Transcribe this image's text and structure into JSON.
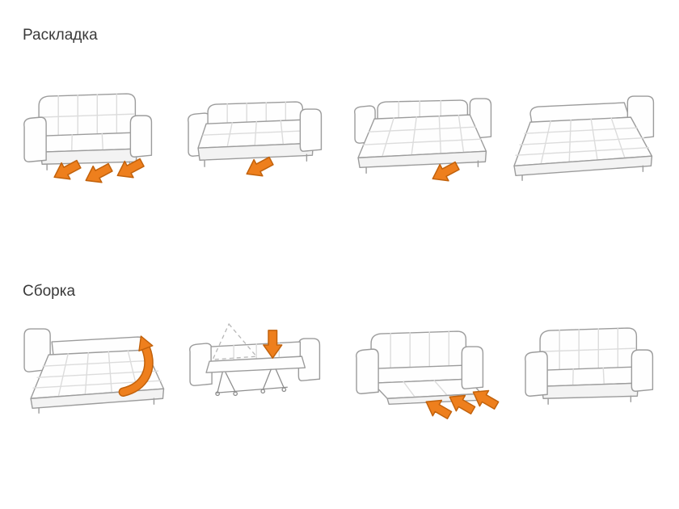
{
  "page": {
    "background": "#ffffff"
  },
  "colors": {
    "accent_orange": "#EE7F1D",
    "accent_orange_dark": "#C2620C",
    "outline_gray": "#9c9c9c",
    "quilt_gray": "#dcdcdc",
    "text_gray": "#3a3a3a"
  },
  "sections": [
    {
      "id": "unfold",
      "title": "Раскладка",
      "steps": [
        {
          "icon": "sofa-unfold-step-1-pull-out-arrows"
        },
        {
          "icon": "sofa-unfold-step-2-extend-seat"
        },
        {
          "icon": "sofa-unfold-step-3-flatten-bed"
        },
        {
          "icon": "sofa-unfold-step-4-bed-ready"
        }
      ]
    },
    {
      "id": "fold",
      "title": "Сборка",
      "steps": [
        {
          "icon": "sofa-fold-step-1-lift-edge"
        },
        {
          "icon": "sofa-fold-step-2-press-frame-down"
        },
        {
          "icon": "sofa-fold-step-3-push-in-arrows"
        },
        {
          "icon": "sofa-fold-step-4-sofa-ready"
        }
      ]
    }
  ]
}
